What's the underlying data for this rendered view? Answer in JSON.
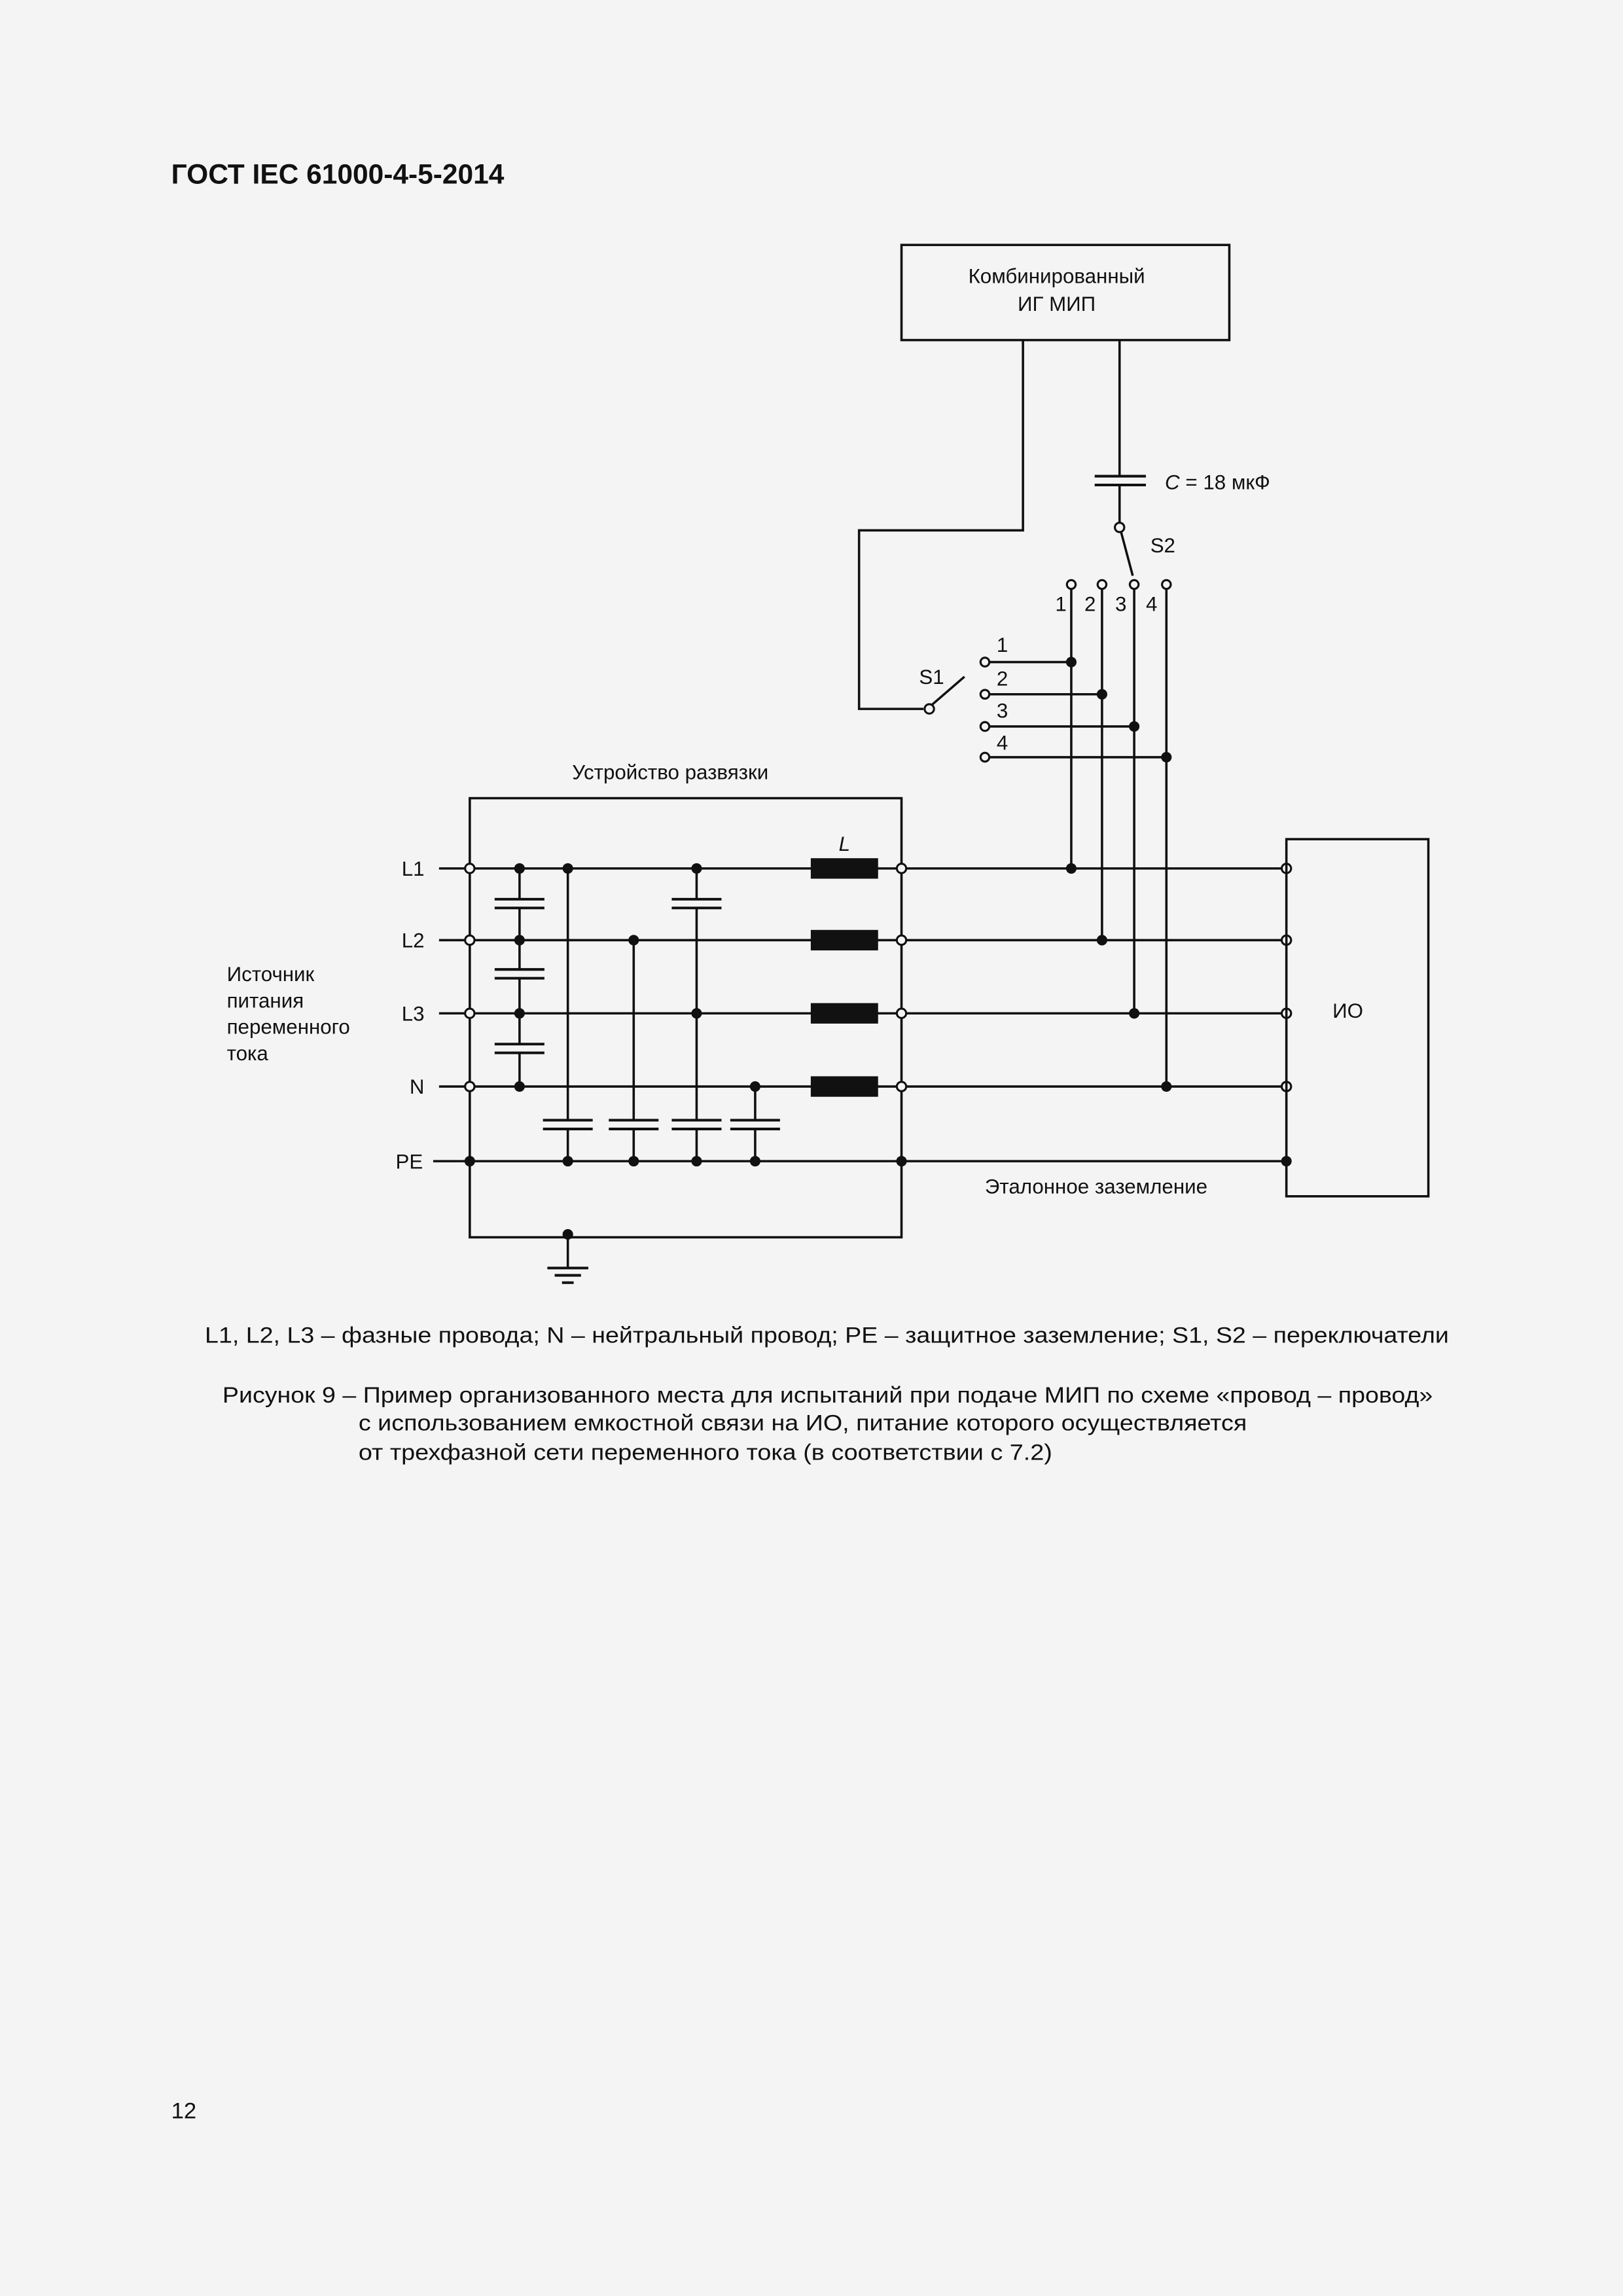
{
  "header": {
    "title": "ГОСТ IEC 61000-4-5-2014"
  },
  "diagram": {
    "generator": {
      "line1": "Комбинированный",
      "line2": "ИГ МИП"
    },
    "capacitor_label": "C = 18 мкФ",
    "capacitor_symbol": "C",
    "capacitor_value": " = 18 мкФ",
    "switch_s1": "S1",
    "switch_s2": "S2",
    "s2_contacts": [
      "1",
      "2",
      "3",
      "4"
    ],
    "s1_contacts": [
      "1",
      "2",
      "3",
      "4"
    ],
    "decoupling_label": "Устройство развязки",
    "inductor_label": "L",
    "lines": [
      "L1",
      "L2",
      "L3",
      "N",
      "PE"
    ],
    "source_label": [
      "Источник",
      "питания",
      "переменного",
      "тока"
    ],
    "eut_label": "ИО",
    "reference_ground": "Эталонное заземление"
  },
  "legend": "L1, L2, L3 – фазные провода; N – нейтральный провод; PE – защитное заземление; S1, S2 – переключатели",
  "caption": [
    "Рисунок 9 – Пример организованного места для испытаний при подаче МИП по схеме «провод – провод»",
    "с использованием емкостной связи на ИО, питание которого осуществляется",
    "от трехфазной сети переменного тока (в соответствии с 7.2)"
  ],
  "page_number": "12"
}
